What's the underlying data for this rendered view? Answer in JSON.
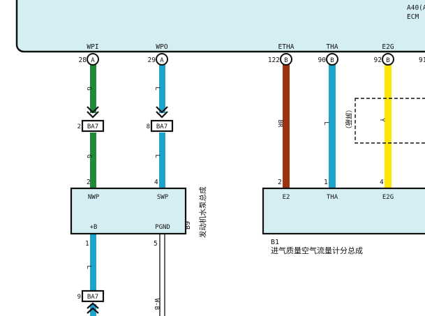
{
  "ecm": {
    "label_line1": "A40(A",
    "label_line2": "ECM",
    "fill": "#d5eef3"
  },
  "pins": [
    {
      "id": "wpi",
      "name": "WPI",
      "pin": "28",
      "connector": "A"
    },
    {
      "id": "wpo",
      "name": "WPO",
      "pin": "29",
      "connector": "A"
    },
    {
      "id": "etha",
      "name": "ETHA",
      "pin": "122",
      "connector": "B"
    },
    {
      "id": "tha",
      "name": "THA",
      "pin": "90",
      "connector": "B"
    },
    {
      "id": "e2g",
      "name": "E2G",
      "pin": "92",
      "connector": "B"
    },
    {
      "id": "extra",
      "name": "",
      "pin": "91",
      "connector": ""
    }
  ],
  "wire_colors": {
    "G": "#1e8a3a",
    "L": "#1ea3cc",
    "BR": "#a0330f",
    "Y": "#ffe600",
    "WB": "#ffffff"
  },
  "wires": {
    "wpi_color": "G",
    "wpo_color": "L",
    "etha_color": "BR",
    "tha_color": "L",
    "e2g_color": "Y",
    "b9_plus_color": "L",
    "b9_pgnd_color": "W-B"
  },
  "inline_connectors": {
    "ba7_left": {
      "name": "BA7",
      "pin": "2"
    },
    "ba7_right": {
      "name": "BA7",
      "pin": "8"
    },
    "ba7_bottom": {
      "name": "BA7",
      "pin": "9"
    }
  },
  "shield": {
    "label": "（屏蔽）"
  },
  "pump": {
    "id": "B9",
    "name": "发动机水泵总成",
    "top_pins": [
      {
        "pin": "2",
        "name": "NWP"
      },
      {
        "pin": "4",
        "name": "SWP"
      }
    ],
    "bottom_pins": [
      {
        "pin": "1",
        "name": "+B"
      },
      {
        "pin": "5",
        "name": "PGND"
      }
    ]
  },
  "maf": {
    "id": "B1",
    "name": "进气质量空气流量计分总成",
    "pins": [
      {
        "pin": "2",
        "name": "E2"
      },
      {
        "pin": "1",
        "name": "THA"
      },
      {
        "pin": "4",
        "name": "E2G"
      }
    ]
  }
}
